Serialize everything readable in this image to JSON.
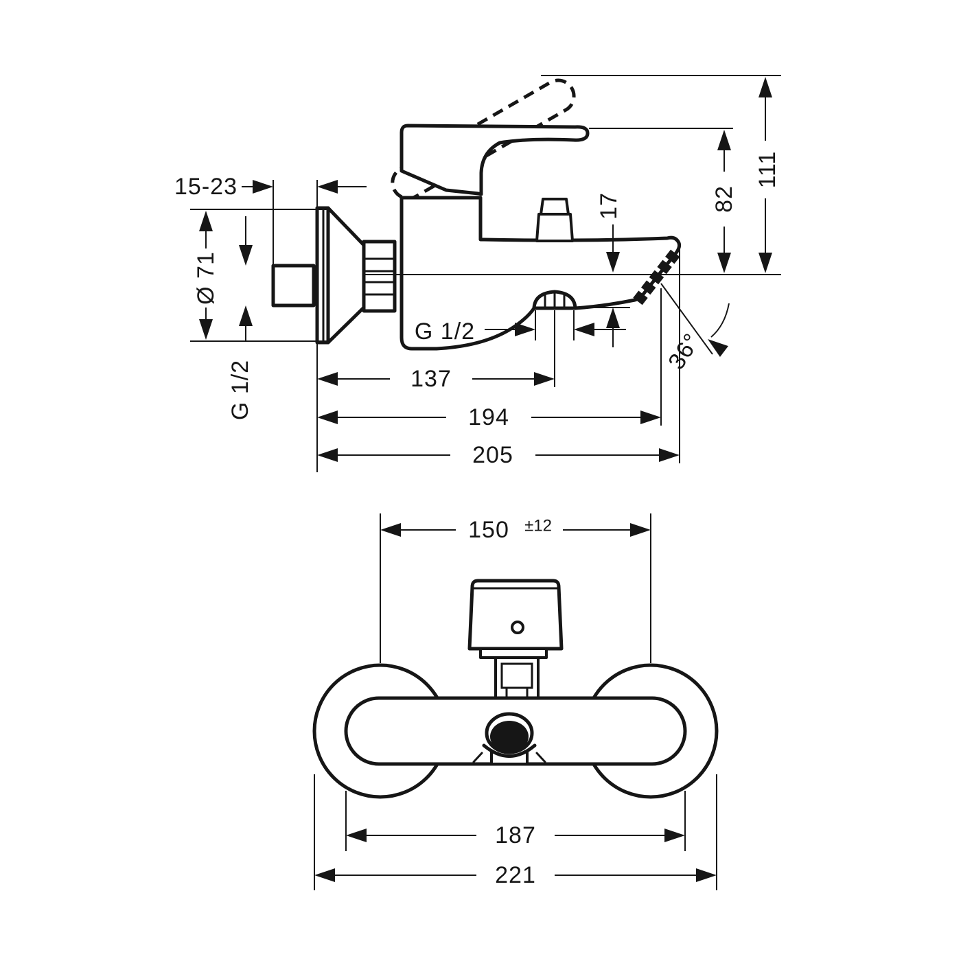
{
  "drawing": {
    "type": "technical-dimension-drawing",
    "product": "wall-mounted single-lever bath mixer",
    "colors": {
      "line": "#161616",
      "background": "#ffffff"
    },
    "side_view": {
      "dims": {
        "wall_adjust_range": "15-23",
        "escutcheon_diameter": "Ø 71",
        "wall_connection_thread": "G 1/2",
        "shower_outlet_thread": "G 1/2",
        "spout_drop": "17",
        "height_to_lever": "82",
        "height_lever_open": "111",
        "spout_angle": "36°",
        "wall_to_shower_outlet": "137",
        "wall_to_aerator": "194",
        "total_projection": "205"
      }
    },
    "front_view": {
      "dims": {
        "connection_centers": "150",
        "connection_tolerance": "±12",
        "body_width": "187",
        "overall_width": "221"
      }
    }
  }
}
